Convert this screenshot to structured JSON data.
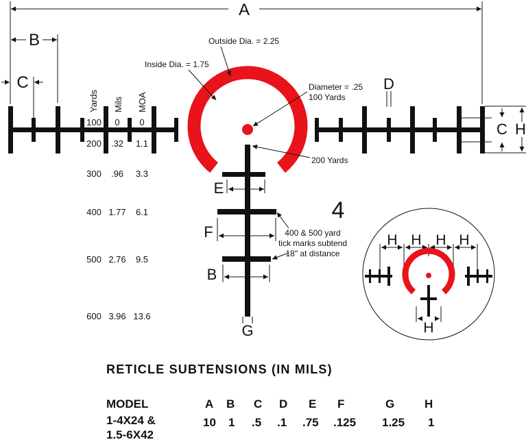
{
  "labels": {
    "A": "A",
    "B": "B",
    "C": "C",
    "D": "D",
    "E": "E",
    "F": "F",
    "G": "G",
    "H": "H",
    "number": "4"
  },
  "annotations": {
    "outside_dia": "Outside Dia. = 2.25",
    "inside_dia": "Inside Dia. = 1.75",
    "diameter": "Diameter = .25",
    "hundred_yards": "100 Yards",
    "two_hundred_yards": "200 Yards",
    "tick_note_1": "400 & 500 yard",
    "tick_note_2": "tick marks subtend",
    "tick_note_3": "18\" at distance"
  },
  "range_table": {
    "headers": {
      "yards": "Yards",
      "mils": "Mils",
      "moa": "MOA"
    },
    "rows": [
      {
        "yards": "100",
        "mils": "0",
        "moa": "0"
      },
      {
        "yards": "200",
        "mils": ".32",
        "moa": "1.1"
      },
      {
        "yards": "300",
        "mils": ".96",
        "moa": "3.3"
      },
      {
        "yards": "400",
        "mils": "1.77",
        "moa": "6.1"
      },
      {
        "yards": "500",
        "mils": "2.76",
        "moa": "9.5"
      },
      {
        "yards": "600",
        "mils": "3.96",
        "moa": "13.6"
      }
    ]
  },
  "subtension_table": {
    "title": "RETICLE SUBTENSIONS (IN MILS)",
    "model_header": "MODEL",
    "headers": [
      "A",
      "B",
      "C",
      "D",
      "E",
      "F",
      "G",
      "H"
    ],
    "model_line1": "1-4X24 &",
    "model_line2": "1.5-6X42",
    "values": [
      "10",
      "1",
      ".5",
      ".1",
      ".75",
      ".125",
      "1.25",
      "1"
    ]
  },
  "colors": {
    "reticle_red": "#e8131b",
    "ink": "#111111"
  }
}
